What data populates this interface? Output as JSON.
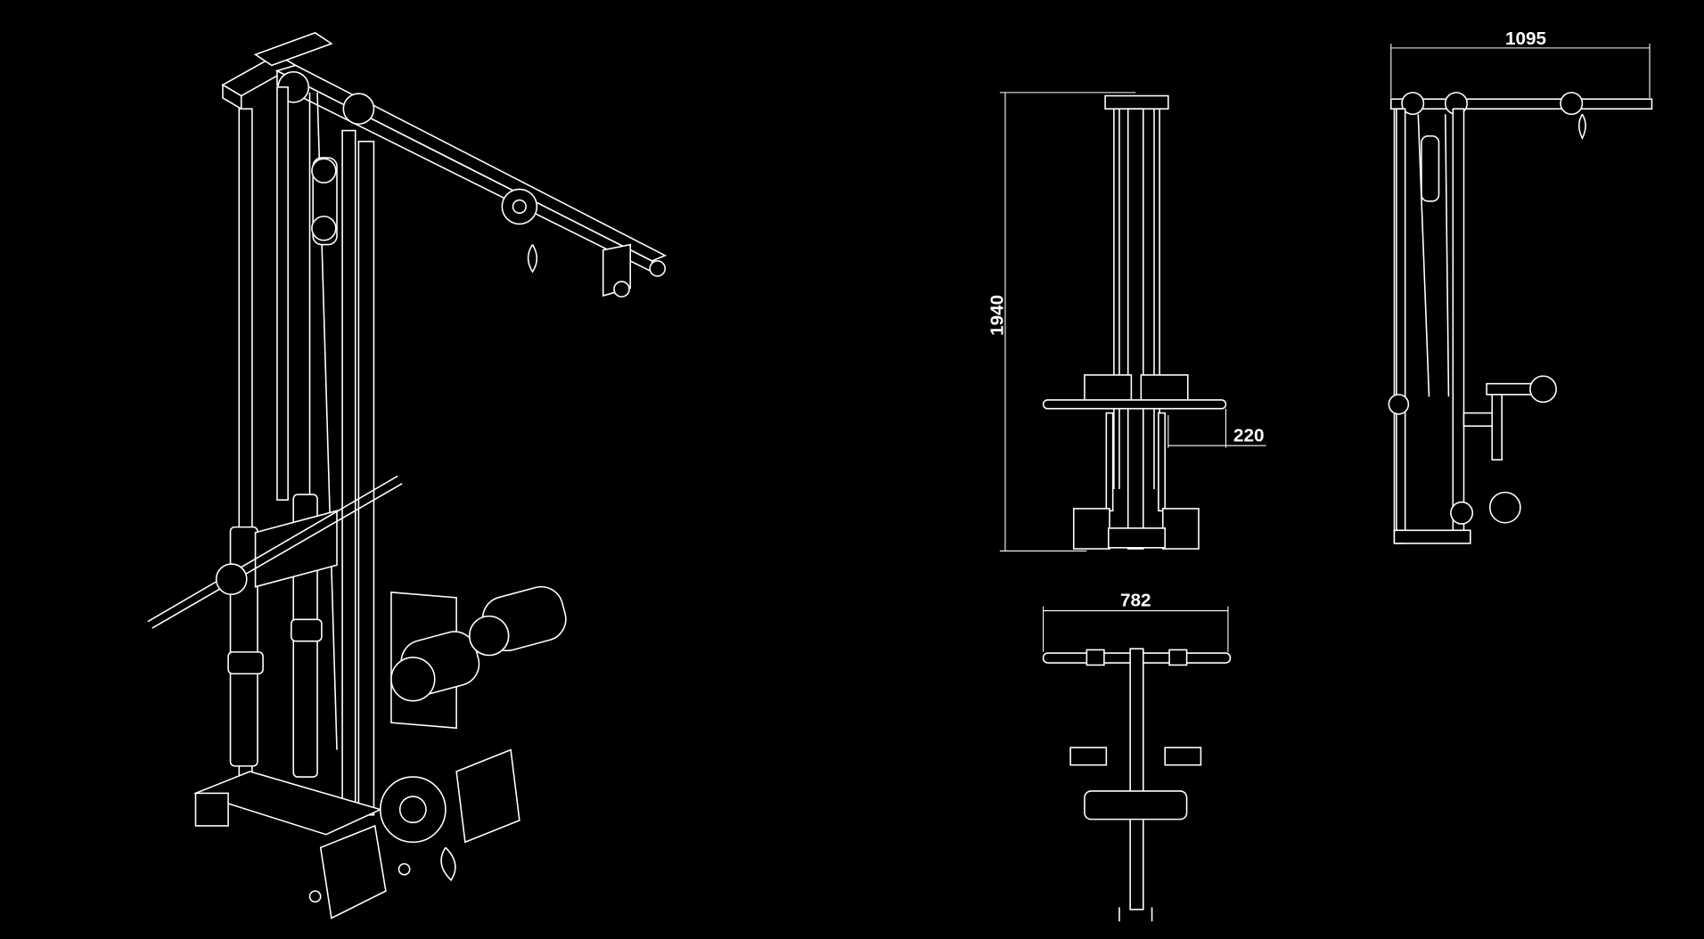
{
  "drawing": {
    "background": "#000000",
    "line_color": "#ffffff",
    "dimensions": {
      "height": "1940",
      "depth": "1095",
      "width": "782",
      "handle_offset": "220"
    }
  }
}
